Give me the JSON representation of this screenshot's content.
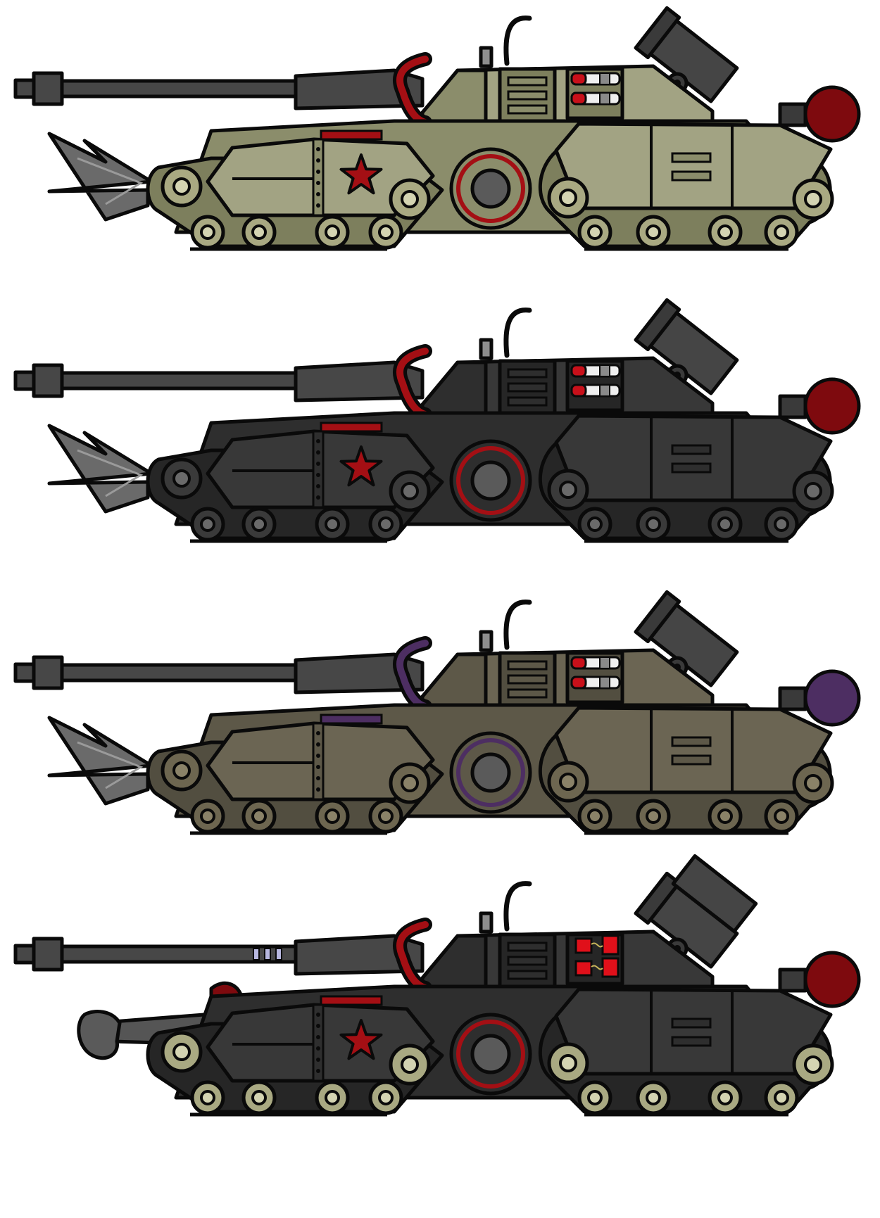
{
  "sheet": {
    "background": "#ffffff",
    "outline": "#0a0a0a"
  },
  "tanks": [
    {
      "name": "olive-variant",
      "hull": "#a2a383",
      "hull_dark": "#7d7f5d",
      "hull_mid": "#8b8d6b",
      "track_wheel": "#a9a982",
      "track_hub": "#d4d4b2",
      "accent": "#a40f14",
      "barrel": "#474747",
      "emblem": "star",
      "emblem_color": "#a40f14",
      "front": "spike",
      "rocket_pod": "red-tips",
      "barrel_rings": false,
      "launcher": "single"
    },
    {
      "name": "black-variant",
      "hull": "#383838",
      "hull_dark": "#262626",
      "hull_mid": "#2e2e2e",
      "track_wheel": "#3a3a3a",
      "track_hub": "#6a6a6a",
      "accent": "#a40f14",
      "barrel": "#474747",
      "emblem": "star",
      "emblem_color": "#a40f14",
      "front": "spike",
      "rocket_pod": "red-tips",
      "barrel_rings": false,
      "launcher": "single"
    },
    {
      "name": "brown-variant",
      "hull": "#6b6553",
      "hull_dark": "#524e40",
      "hull_mid": "#5d5848",
      "track_wheel": "#6d6650",
      "track_hub": "#8a8268",
      "accent": "#4d2e62",
      "barrel": "#474747",
      "emblem": "none",
      "emblem_color": "#4d2e62",
      "front": "spike",
      "rocket_pod": "red-tips",
      "barrel_rings": false,
      "launcher": "single"
    },
    {
      "name": "dark-upgrade-variant",
      "hull": "#383838",
      "hull_dark": "#262626",
      "hull_mid": "#2e2e2e",
      "track_wheel": "#a9a982",
      "track_hub": "#d4d4b2",
      "accent": "#a40f14",
      "barrel": "#474747",
      "emblem": "star",
      "emblem_color": "#a40f14",
      "front": "cannon",
      "rocket_pod": "red-blocks",
      "barrel_rings": true,
      "launcher": "double"
    }
  ]
}
